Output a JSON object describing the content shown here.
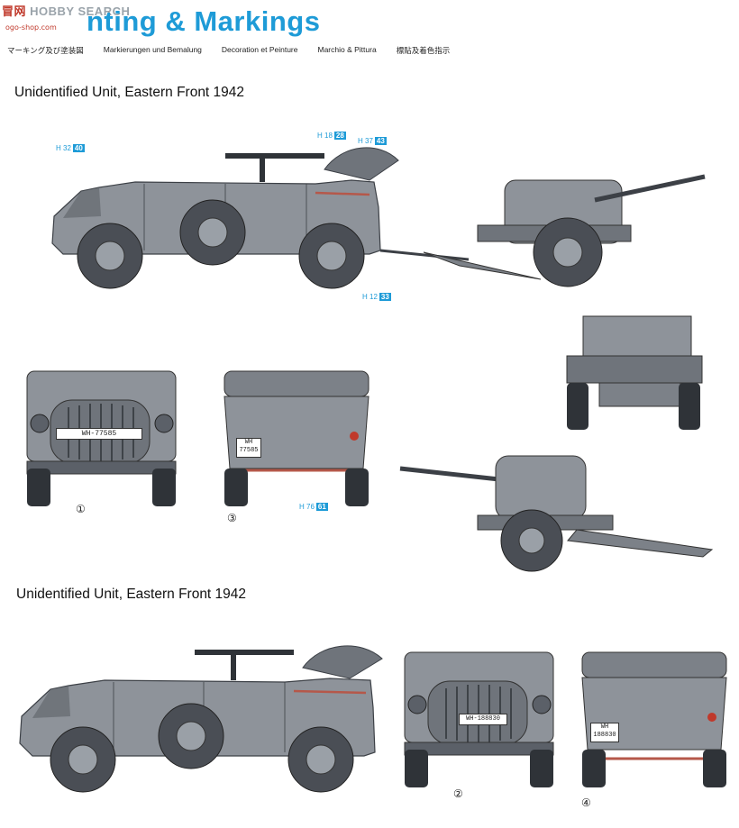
{
  "watermark": {
    "cn": "冒网",
    "en": "HOBBY SEARCH",
    "url": "ogo-shop.com"
  },
  "header": {
    "title": "nting & Markings",
    "languages": [
      "マーキング及び塗装図",
      "Markierungen und Bemalung",
      "Decoration et Peinture",
      "Marchio & Pittura",
      "標貼及着色指示"
    ]
  },
  "sections": [
    {
      "title": "Unidentified Unit, Eastern Front 1942"
    },
    {
      "title": "Unidentified Unit, Eastern Front 1942"
    }
  ],
  "callouts": [
    {
      "ref": "H 32",
      "code": "40"
    },
    {
      "ref": "H 18",
      "code": "28"
    },
    {
      "ref": "H 37",
      "code": "43"
    },
    {
      "ref": "H 12",
      "code": "33"
    },
    {
      "ref": "H 76",
      "code": "61"
    }
  ],
  "markers": [
    "①",
    "②",
    "③",
    "④"
  ],
  "plates": {
    "front1": "WH-77585",
    "rear1_top": "WH",
    "rear1_bottom": "77585",
    "front2": "WH-188830",
    "rear2_top": "WH",
    "rear2_bottom": "188830"
  },
  "colors": {
    "accent": "#1e9bd7",
    "vehicle": "#8e939a",
    "vehicle_dark": "#5b6068",
    "red_stripe": "#b5584a"
  },
  "icons": [
    "horch-side-view",
    "flak-gun-side-view",
    "horch-front-view",
    "horch-rear-view",
    "flak-rear-view",
    "flak-side-view"
  ]
}
